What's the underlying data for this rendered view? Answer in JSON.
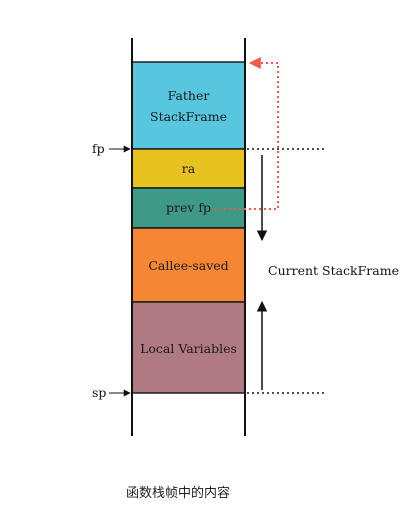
{
  "caption": "函数栈帧中的内容",
  "blocks": [
    {
      "id": "father",
      "lines": [
        "Father",
        "StackFrame"
      ],
      "color": "#59C6E0"
    },
    {
      "id": "ra",
      "lines": [
        "ra"
      ],
      "color": "#E8C21E"
    },
    {
      "id": "prev_fp",
      "lines": [
        "prev fp"
      ],
      "color": "#3E9A86"
    },
    {
      "id": "callee_saved",
      "lines": [
        "Callee-saved"
      ],
      "color": "#F58634"
    },
    {
      "id": "local_variables",
      "lines": [
        "Local Variables"
      ],
      "color": "#B07A84"
    }
  ],
  "pointers": {
    "fp": "fp",
    "sp": "sp"
  },
  "current_frame_label": "Current StackFrame",
  "colors": {
    "dotted_link": "#F15A4A",
    "outline": "#111111"
  }
}
